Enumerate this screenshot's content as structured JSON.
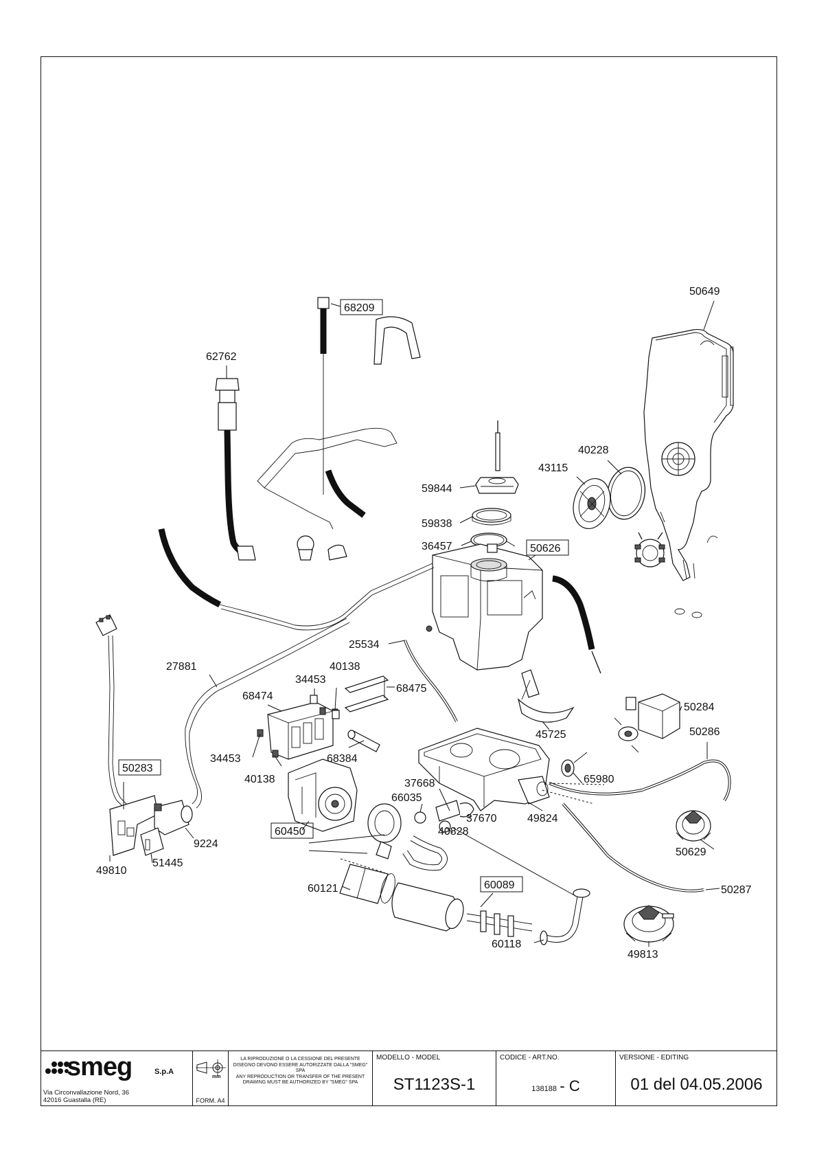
{
  "callouts": [
    {
      "id": "c50649",
      "label": "50649",
      "boxed": false
    },
    {
      "id": "c68209",
      "label": "68209",
      "boxed": true
    },
    {
      "id": "c62762",
      "label": "62762",
      "boxed": false
    },
    {
      "id": "c40228",
      "label": "40228",
      "boxed": false
    },
    {
      "id": "c43115",
      "label": "43115",
      "boxed": false
    },
    {
      "id": "c59844",
      "label": "59844",
      "boxed": false
    },
    {
      "id": "c59838",
      "label": "59838",
      "boxed": false
    },
    {
      "id": "c36457",
      "label": "36457",
      "boxed": false
    },
    {
      "id": "c50626",
      "label": "50626",
      "boxed": true
    },
    {
      "id": "c25534",
      "label": "25534",
      "boxed": false
    },
    {
      "id": "c27881",
      "label": "27881",
      "boxed": false
    },
    {
      "id": "c40138a",
      "label": "40138",
      "boxed": false
    },
    {
      "id": "c34453a",
      "label": "34453",
      "boxed": false
    },
    {
      "id": "c68475",
      "label": "68475",
      "boxed": false
    },
    {
      "id": "c68474",
      "label": "68474",
      "boxed": false
    },
    {
      "id": "c50284",
      "label": "50284",
      "boxed": false
    },
    {
      "id": "c45725",
      "label": "45725",
      "boxed": false
    },
    {
      "id": "c50286",
      "label": "50286",
      "boxed": false
    },
    {
      "id": "c34453b",
      "label": "34453",
      "boxed": false
    },
    {
      "id": "c68384",
      "label": "68384",
      "boxed": false
    },
    {
      "id": "c50283",
      "label": "50283",
      "boxed": true
    },
    {
      "id": "c40138b",
      "label": "40138",
      "boxed": false
    },
    {
      "id": "c65980",
      "label": "65980",
      "boxed": false
    },
    {
      "id": "c37668",
      "label": "37668",
      "boxed": false
    },
    {
      "id": "c66035",
      "label": "66035",
      "boxed": false
    },
    {
      "id": "c37670",
      "label": "37670",
      "boxed": false
    },
    {
      "id": "c49824",
      "label": "49824",
      "boxed": false
    },
    {
      "id": "c40828",
      "label": "40828",
      "boxed": false
    },
    {
      "id": "c60450",
      "label": "60450",
      "boxed": true
    },
    {
      "id": "c9224",
      "label": "9224",
      "boxed": false
    },
    {
      "id": "c50629",
      "label": "50629",
      "boxed": false
    },
    {
      "id": "c51445",
      "label": "51445",
      "boxed": false
    },
    {
      "id": "c49810",
      "label": "49810",
      "boxed": false
    },
    {
      "id": "c60121",
      "label": "60121",
      "boxed": false
    },
    {
      "id": "c60089",
      "label": "60089",
      "boxed": true
    },
    {
      "id": "c50287",
      "label": "50287",
      "boxed": false
    },
    {
      "id": "c60118",
      "label": "60118",
      "boxed": false
    },
    {
      "id": "c49813",
      "label": "49813",
      "boxed": false
    }
  ],
  "titleblock": {
    "logo": "smeg",
    "logo_suffix": "S.p.A",
    "address_line1": "Via Circonvallazione Nord, 36",
    "address_line2": "42016  Guastalla (RE)",
    "unit": "mm",
    "form": "FORM. A4",
    "notice_it": "LA RIPRODUZIONE O LA CESSIONE DEL PRESENTE DISEGNO DEVONO ESSERE AUTORIZZATE DALLA \"SMEG\" SPA",
    "notice_en": "ANY REPRODUCTION OR TRANSFER OF THE PRESENT DRAWING MUST BE AUTHORIZED BY \"SMEG\" SPA",
    "model_header": "MODELLO - MODEL",
    "model_value": "ST1123S-1",
    "code_header": "CODICE - ART.NO.",
    "code_number": "138188",
    "code_suffix": "- C",
    "version_header": "VERSIONE - EDITING",
    "version_value": "01 del 04.05.2006"
  }
}
